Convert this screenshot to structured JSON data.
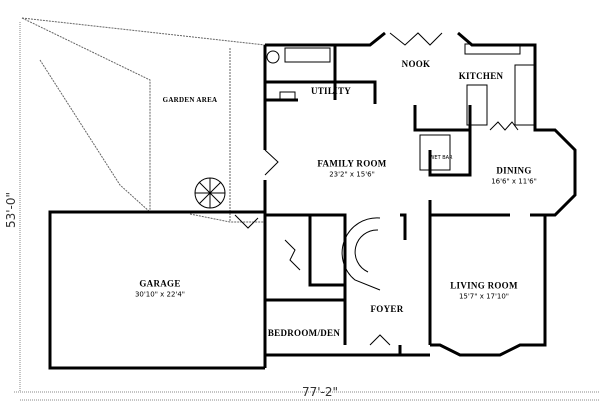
{
  "rooms": {
    "garden": {
      "name": "GARDEN AREA"
    },
    "utility": {
      "name": "UTILITY"
    },
    "nook": {
      "name": "NOOK"
    },
    "kitchen": {
      "name": "KITCHEN"
    },
    "family": {
      "name": "FAMILY ROOM",
      "size": "23'2\" x 15'6\""
    },
    "wetbar": {
      "name": "WET BAR"
    },
    "dining": {
      "name": "DINING",
      "size": "16'6\" x 11'6\""
    },
    "garage": {
      "name": "GARAGE",
      "size": "30'10\" x 22'4\""
    },
    "living": {
      "name": "LIVING ROOM",
      "size": "15'7\" x 17'10\""
    },
    "foyer": {
      "name": "FOYER"
    },
    "bedroom": {
      "name": "BEDROOM/DEN"
    }
  },
  "dimensions": {
    "depth": "53'-0\"",
    "width": "77'-2\""
  },
  "colors": {
    "wall": "#000000",
    "dim_line": "#777777"
  }
}
